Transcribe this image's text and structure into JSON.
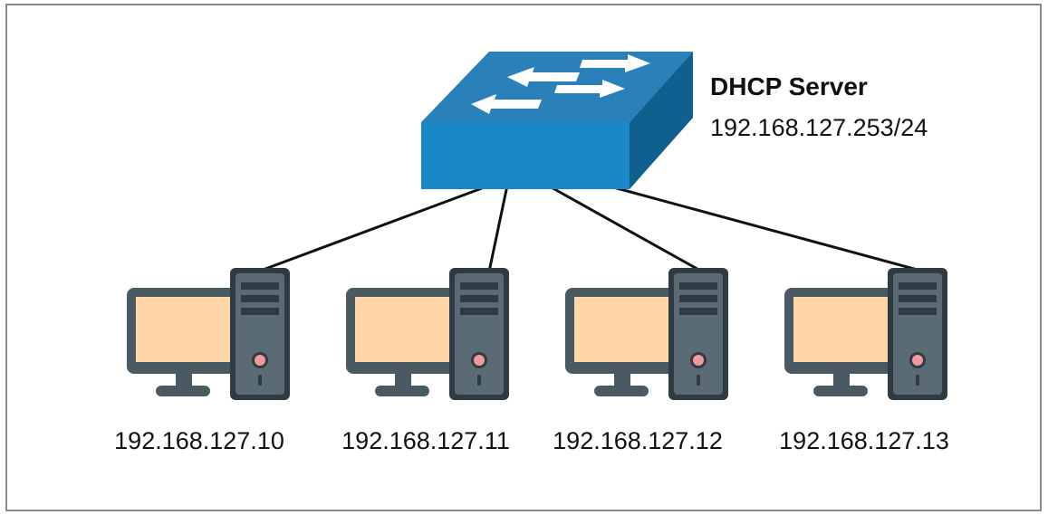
{
  "server": {
    "title": "DHCP Server",
    "ip": "192.168.127.253/24"
  },
  "clients": [
    {
      "ip": "192.168.127.10"
    },
    {
      "ip": "192.168.127.11"
    },
    {
      "ip": "192.168.127.12"
    },
    {
      "ip": "192.168.127.13"
    }
  ],
  "colors": {
    "switch_top": "#2a80b8",
    "switch_front": "#1a87c8",
    "switch_side": "#0f5f8f",
    "monitor_frame": "#4a5a63",
    "monitor_screen": "#ffd6a8",
    "tower_body": "#5a6b74",
    "power_button": "#f29a9a",
    "link": "#111111"
  },
  "icons": {
    "switch": "network-switch-icon",
    "computer": "desktop-computer-icon"
  }
}
